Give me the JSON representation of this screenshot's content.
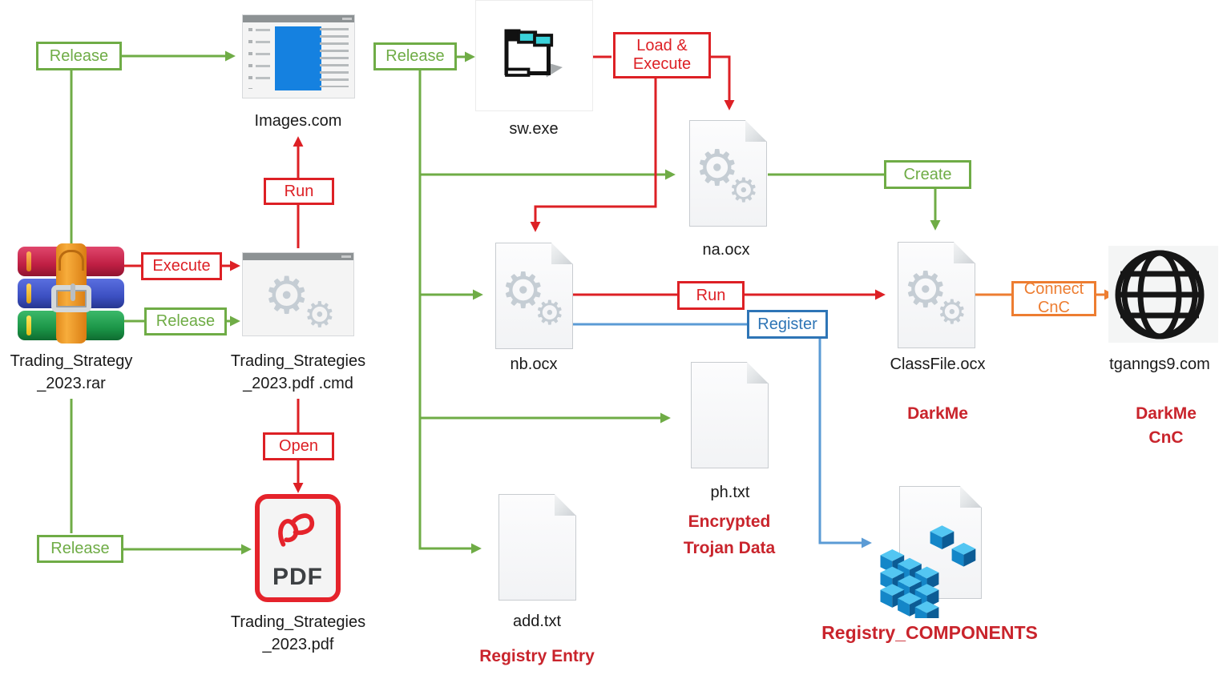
{
  "colors": {
    "green": "#6FAC46",
    "red": "#DD2025",
    "red_text": "#C9242C",
    "blue": "#2E75B6",
    "blue_light": "#5B9BD5",
    "orange": "#ED7D31",
    "text": "#1A1A1A"
  },
  "actions": {
    "release_top_left": "Release",
    "release_mid_left": "Release",
    "release_bottom_left": "Release",
    "release_sw": "Release",
    "execute": "Execute",
    "run_top": "Run",
    "open": "Open",
    "load_execute_line1": "Load &",
    "load_execute_line2": "Execute",
    "run_mid": "Run",
    "create": "Create",
    "register": "Register",
    "connect_line1": "Connect",
    "connect_line2": "CnC"
  },
  "nodes": {
    "rar": {
      "line1": "Trading_Strategy",
      "line2": "_2023.rar"
    },
    "images": {
      "label": "Images.com"
    },
    "cmd": {
      "line1": "Trading_Strategies",
      "line2": "_2023.pdf .cmd"
    },
    "pdf": {
      "line1": "Trading_Strategies",
      "line2": "_2023.pdf",
      "badge": "PDF"
    },
    "sw": {
      "label": "sw.exe"
    },
    "na": {
      "label": "na.ocx"
    },
    "nb": {
      "label": "nb.ocx"
    },
    "classfile": {
      "label": "ClassFile.ocx",
      "note": "DarkMe"
    },
    "globe": {
      "label": "tganngs9.com",
      "note_line1": "DarkMe",
      "note_line2": "CnC"
    },
    "ph": {
      "label": "ph.txt",
      "note_line1": "Encrypted",
      "note_line2": "Trojan Data"
    },
    "add": {
      "label": "add.txt",
      "note": "Registry Entry"
    },
    "registry": {
      "label": "Registry_COMPONENTS"
    }
  }
}
